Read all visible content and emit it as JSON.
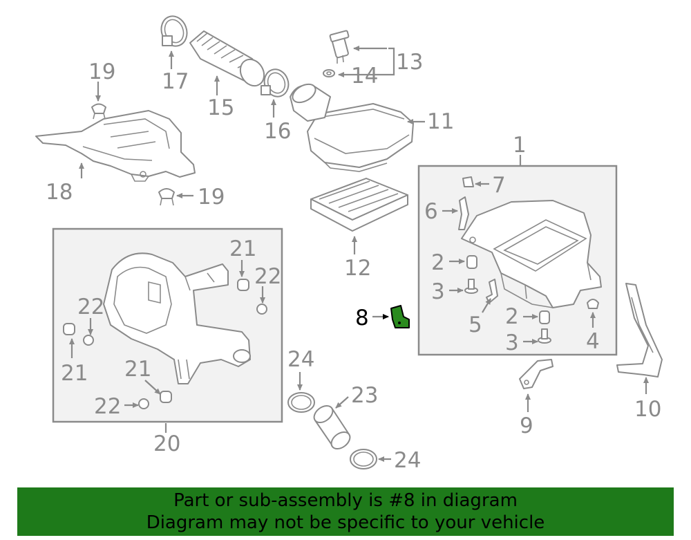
{
  "labels": [
    "1",
    "2",
    "3",
    "4",
    "5",
    "6",
    "7",
    "8",
    "9",
    "10",
    "11",
    "12",
    "13",
    "14",
    "15",
    "16",
    "17",
    "18",
    "19",
    "20",
    "21",
    "22",
    "23",
    "24"
  ],
  "highlighted_part": "8",
  "colors": {
    "line": "#8a8a8a",
    "highlight": "#2a8a1e",
    "banner": "#1e7a1a",
    "box_fill": "#f2f2f2"
  },
  "banner": {
    "line1": "Part or sub-assembly is #8 in diagram",
    "line2": "Diagram may not be specific to your vehicle"
  }
}
